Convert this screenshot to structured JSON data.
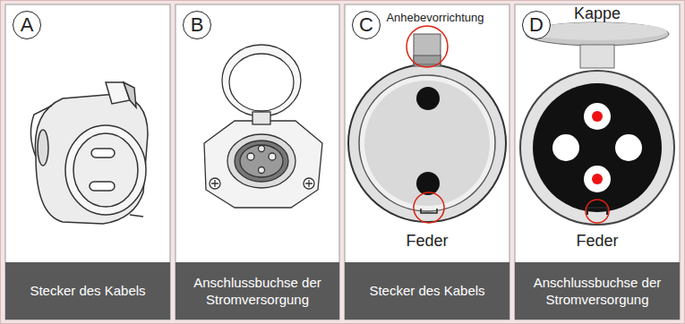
{
  "diagram": {
    "nodes": [
      {
        "text": [
          "A"
        ]
      },
      {
        "text": [
          "Stecker des Kabels"
        ]
      },
      {
        "text": [
          "B"
        ]
      },
      {
        "text": [
          "Anschlussbuchse der Stromversorgung"
        ]
      },
      {
        "text": [
          "C"
        ]
      },
      {
        "text": [
          "Stecker des Kabels"
        ]
      },
      {
        "text": [
          "D"
        ]
      },
      {
        "text": [
          "Anschlussbuchse der Stromversorgung"
        ]
      }
    ],
    "labels": [
      "Anhebevorrichtung",
      "Kappe",
      "Feder",
      "Feder"
    ]
  }
}
